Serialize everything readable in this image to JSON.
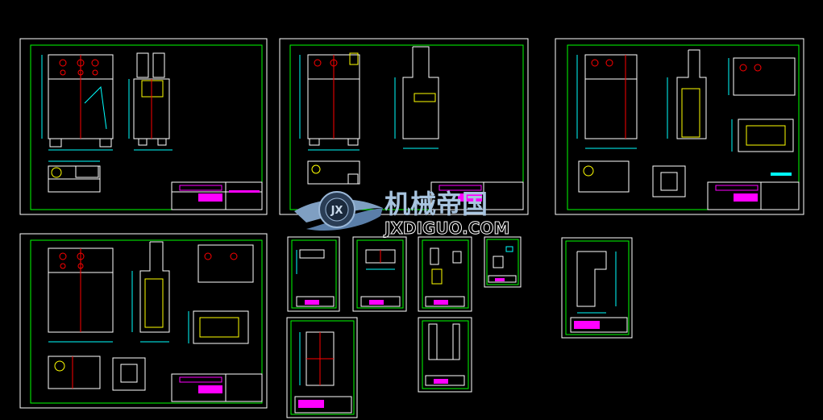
{
  "watermark": {
    "title_cn": "机械帝国",
    "title_en": "JXDIGUO.COM",
    "emblem_text": "JX"
  },
  "colors": {
    "background": "#000000",
    "sheet_border": "#ffffff",
    "inner_frame": "#00ff00",
    "outline": "#ffffff",
    "dimension": "#00ffff",
    "centerline": "#ff0000",
    "title_block": "#ff00ff",
    "accent_yellow": "#ffff00",
    "watermark_text": "#a8c4df"
  },
  "sheets": [
    {
      "id": "sheet-1",
      "kind": "large"
    },
    {
      "id": "sheet-2",
      "kind": "large"
    },
    {
      "id": "sheet-3",
      "kind": "large"
    },
    {
      "id": "sheet-4",
      "kind": "large"
    },
    {
      "id": "sheet-5",
      "kind": "small"
    },
    {
      "id": "sheet-6",
      "kind": "small"
    },
    {
      "id": "sheet-7",
      "kind": "small"
    },
    {
      "id": "sheet-8",
      "kind": "small"
    },
    {
      "id": "sheet-9",
      "kind": "small"
    },
    {
      "id": "sheet-10",
      "kind": "small"
    },
    {
      "id": "sheet-11",
      "kind": "small"
    },
    {
      "id": "sheet-12",
      "kind": "small"
    }
  ]
}
